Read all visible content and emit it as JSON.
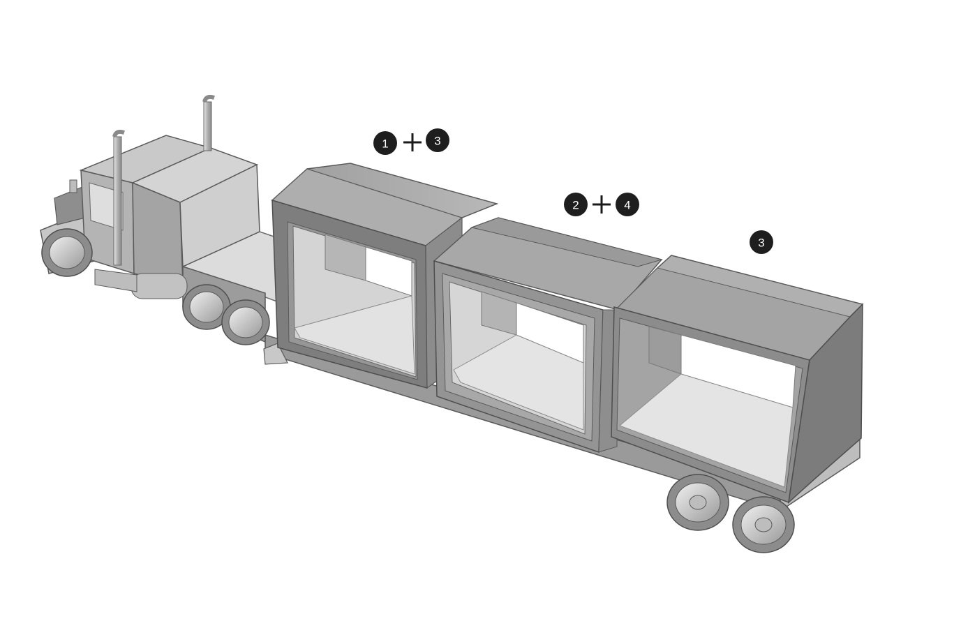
{
  "labels": {
    "group_a": {
      "first": "1",
      "second": "3"
    },
    "group_b": {
      "first": "2",
      "second": "4"
    },
    "group_c": {
      "first": "3"
    }
  },
  "colors": {
    "badge": "#1e1e1e",
    "body_dark": "#8a8a8a",
    "body_mid": "#a9a9a9",
    "body_light": "#d2d2d2",
    "floor": "#e4e4e4",
    "outline": "#5a5a5a"
  }
}
